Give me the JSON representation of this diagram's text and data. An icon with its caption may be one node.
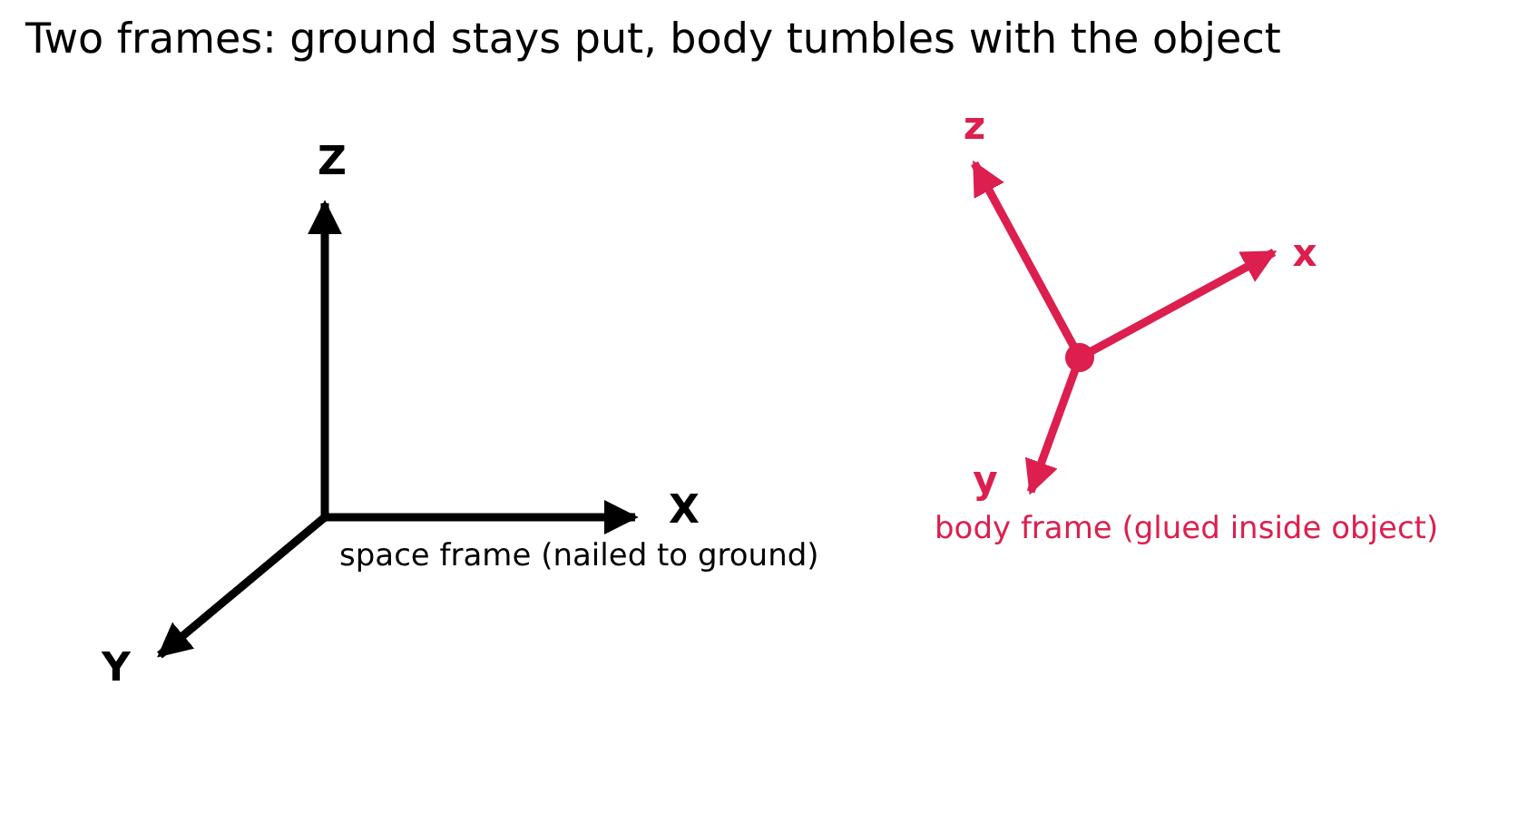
{
  "diagram": {
    "title": "Two frames: ground stays put, body tumbles with the object",
    "labels": [
      "Z",
      "X",
      "Y",
      "space frame (nailed to ground)",
      "z",
      "x",
      "y",
      "body frame (glued inside object)"
    ]
  }
}
